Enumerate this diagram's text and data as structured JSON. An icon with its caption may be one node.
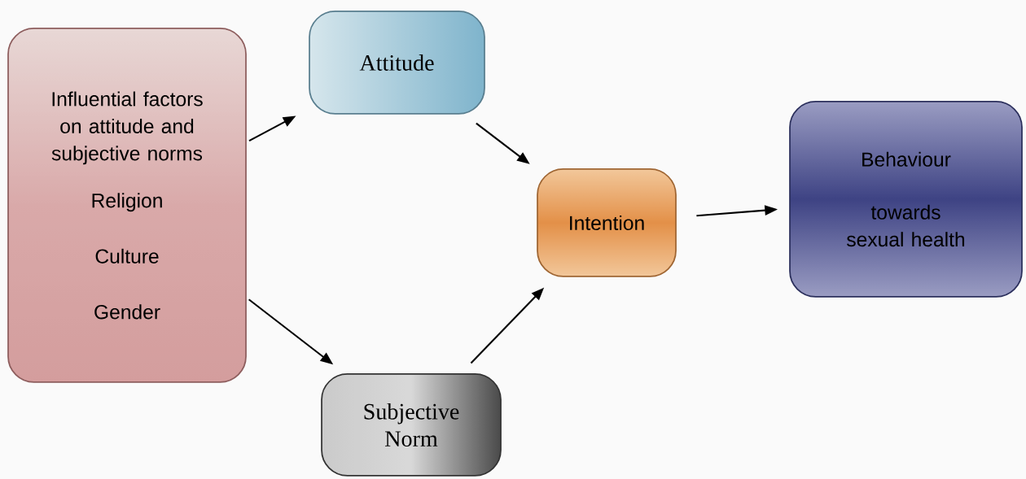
{
  "diagram": {
    "nodes": [
      {
        "text": [
          "Influential factors on attitude and subjective norms",
          "Religion",
          "Culture",
          "Gender"
        ]
      },
      {
        "text": [
          "Attitude"
        ]
      },
      {
        "text": [
          "Subjective Norm"
        ]
      },
      {
        "text": [
          "Intention"
        ]
      },
      {
        "text": [
          "Behaviour",
          "towards sexual health"
        ]
      }
    ],
    "edges": [
      {
        "from": 0,
        "to": 1,
        "arrow": "to"
      },
      {
        "from": 0,
        "to": 2,
        "arrow": "to"
      },
      {
        "from": 1,
        "to": 3,
        "arrow": "to"
      },
      {
        "from": 2,
        "to": 3,
        "arrow": "to"
      },
      {
        "from": 3,
        "to": 4,
        "arrow": "to"
      }
    ]
  }
}
